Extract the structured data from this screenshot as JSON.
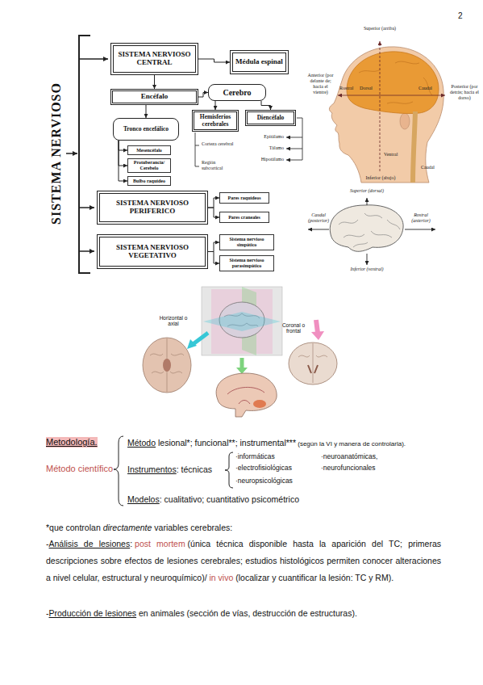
{
  "diagram": {
    "nodes": [
      {
        "text": [
          "SISTEMA NERVIOSO CENTRAL"
        ]
      },
      {
        "text": [
          "Médula espinal"
        ]
      },
      {
        "text": [
          "Encéfalo"
        ]
      },
      {
        "text": [
          "Cerebro"
        ]
      },
      {
        "text": [
          "Hemisferios cerebrales"
        ]
      },
      {
        "text": [
          "Diencéfalo"
        ]
      },
      {
        "text": [
          "Tronco encefálico"
        ]
      },
      {
        "text": [
          "Mesencéfalo"
        ]
      },
      {
        "text": [
          "Protuberancia/ Cerebelo"
        ]
      },
      {
        "text": [
          "Bulbo raquídeo"
        ]
      },
      {
        "text": [
          "SISTEMA NERVIOSO PERIFERICO"
        ]
      },
      {
        "text": [
          "Pares raquídeos"
        ]
      },
      {
        "text": [
          "Pares craneales"
        ]
      },
      {
        "text": [
          "SISTEMA NERVIOSO VEGETATIVO"
        ]
      },
      {
        "text": [
          "Sistema nervioso simpático"
        ]
      },
      {
        "text": [
          "Sistema nervioso parasimpático"
        ]
      }
    ],
    "edges": [
      {
        "from": 0,
        "to": 1,
        "arrow": "to"
      },
      {
        "from": 0,
        "to": 2,
        "arrow": "to"
      },
      {
        "from": 2,
        "to": 3,
        "arrow": "to"
      },
      {
        "from": 3,
        "to": 4,
        "arrow": "to"
      },
      {
        "from": 3,
        "to": 5,
        "arrow": "to"
      },
      {
        "from": 2,
        "to": 6,
        "arrow": "to"
      },
      {
        "from": 6,
        "to": 7,
        "arrow": "to"
      },
      {
        "from": 6,
        "to": 8,
        "arrow": "to"
      },
      {
        "from": 6,
        "to": 9,
        "arrow": "to"
      },
      {
        "from": 10,
        "to": 11,
        "arrow": "to"
      },
      {
        "from": 10,
        "to": 12,
        "arrow": "to"
      },
      {
        "from": 13,
        "to": 14,
        "arrow": "to"
      },
      {
        "from": 13,
        "to": 15,
        "arrow": "to"
      }
    ],
    "labels": [
      "2",
      "SISTEMA NERVIOSO",
      "Corteza cerebral",
      "Región subcortical",
      "Epitálamo",
      "Tálamo",
      "Hipotálamo",
      "Superior (arriba)",
      "Anterior (por delante de; hacia el vientre)",
      "Posterior (por detrás; hacia el dorso)",
      "Rostral",
      "Dorsal",
      "Caudal",
      "Ventral",
      "Caudal",
      "Inferior (abajo)",
      "Superior (dorsal)",
      "Caudal (posterior)",
      "Rostral (anterior)",
      "Inferior (ventral)",
      "Horizontal o axial",
      "Coronal o frontal",
      "Metodología.",
      "Método científico",
      "Método",
      "lesional*; funcional**; instrumental***",
      "(según la VI y manera de controlarla).",
      "Instrumentos",
      ": técnicas",
      "·informáticas",
      "·electrofisiológicas",
      "·neuropsicológicas",
      "·neuroanatómicas,",
      "·neurofuncionales",
      "Modelos",
      ": cualitativo; cuantitativo psicométrico",
      "*que controlan",
      "directamente",
      "variables cerebrales:",
      "-",
      "Análisis de lesiones",
      ":",
      "post mortem",
      "(única técnica disponible hasta la aparición del TC; primeras descripciones sobre efectos de lesiones cerebrales; estudios histológicos permiten conocer alteraciones a nivel celular, estructural y neuroquímico)/",
      "in vivo",
      "(localizar y cuantificar la lesión: TC y RM).",
      "-",
      "Producción de lesiones",
      "en animales (sección de vías, destrucción de estructuras)."
    ]
  }
}
